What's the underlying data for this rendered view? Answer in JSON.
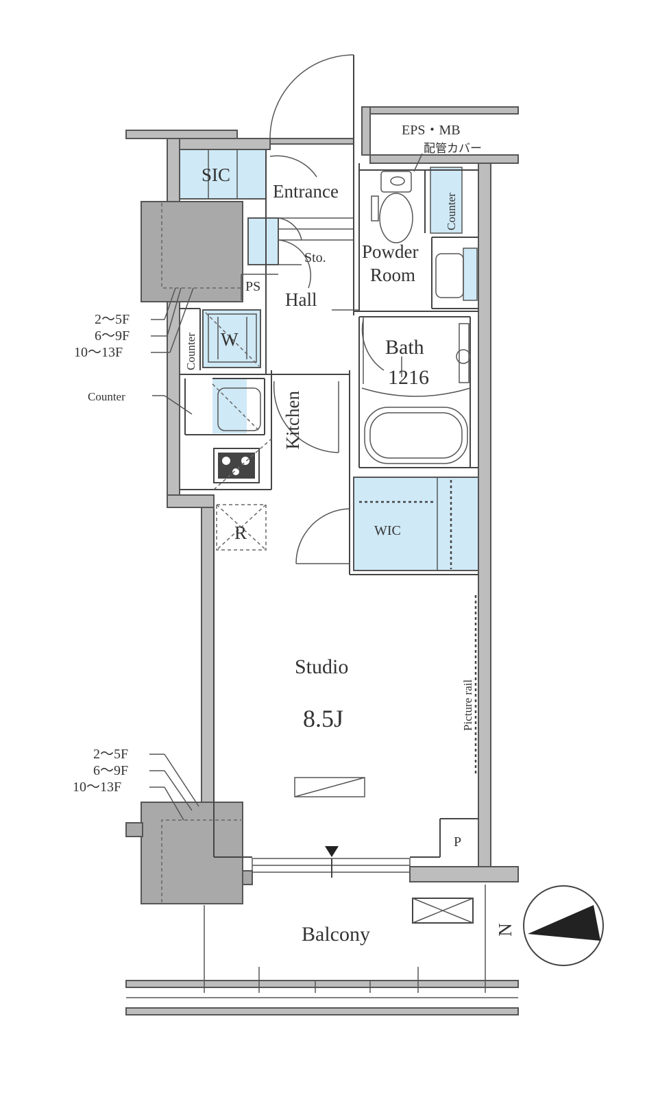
{
  "rooms": {
    "sic": "SIC",
    "entrance": "Entrance",
    "storage": "Sto.",
    "pipe_space": "PS",
    "hall": "Hall",
    "powder_room_line1": "Powder",
    "powder_room_line2": "Room",
    "bath": "Bath",
    "bath_size": "1216",
    "washer": "W",
    "kitchen": "Kitchen",
    "refrigerator": "R",
    "wic": "WIC",
    "studio": "Studio",
    "studio_size": "8.5J",
    "balcony": "Balcony",
    "parking_p": "P"
  },
  "fixtures": {
    "eps_mb": "EPS・MB",
    "pipe_cover": "配管カバー",
    "counter_kitchen": "Counter",
    "counter_left": "Counter",
    "counter_powder": "Counter",
    "picture_rail": "Picture rail"
  },
  "floor_notes_top": [
    "2〜5F",
    "6〜9F",
    "10〜13F"
  ],
  "floor_notes_bottom": [
    "2〜5F",
    "6〜9F",
    "10〜13F"
  ],
  "compass": {
    "label": "N"
  },
  "colors": {
    "storage_fill": "#cfe9f6",
    "wall_fill": "#bdbdbd",
    "column_fill": "#a9a9a9"
  }
}
